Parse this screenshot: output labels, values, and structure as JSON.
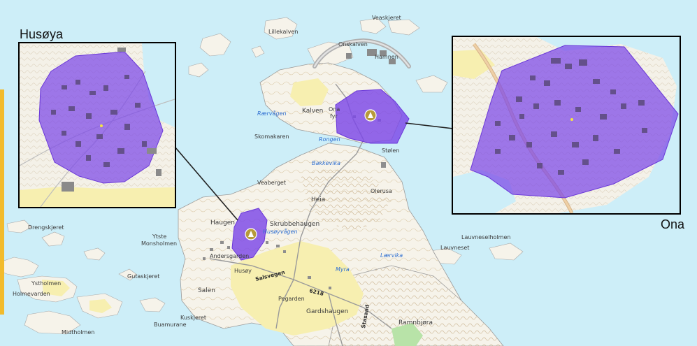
{
  "map": {
    "insets": {
      "husoya": {
        "title": "Husøya"
      },
      "ona": {
        "title": "Ona"
      }
    },
    "places": {
      "lillekalven": "Lillekalven",
      "veaskjeret": "Veaskjeret",
      "onskalven": "Onskalven",
      "hamnen": "Hamnen",
      "kalven": "Kalven",
      "ona": "Ona",
      "fyr": "fyr",
      "raervagen": "Rærvågen",
      "skomakaren": "Skomakaren",
      "rongen": "Rongen",
      "stolen": "Stølen",
      "bakkevika": "Bakkevika",
      "veaberget": "Veaberget",
      "heia": "Heia",
      "olerusa": "Olerusa",
      "haugen": "Haugen",
      "skrubbehaugen": "Skrubbehaugen",
      "husoyvagen": "Husøyvågen",
      "drengskjeret": "Drengskjeret",
      "ytste": "Ytste",
      "monsholmen": "Monsholmen",
      "andersgarden": "Andersgarden",
      "husoy": "Husøy",
      "gutaskjeret": "Gutaskjeret",
      "laervika": "Lærvika",
      "myra": "Myra",
      "lauvneselholmen": "Lauvneselholmen",
      "lauvneset": "Lauvneset",
      "ystholmen": "Ystholmen",
      "holmevarden": "Holmevarden",
      "salen": "Salen",
      "salsvegen": "Salsvegen",
      "pegarden": "Pegarden",
      "gardshaugen": "Gardshaugen",
      "kuskjeret": "Kuskjeret",
      "buamurane": "Buamurane",
      "ramnbjora": "Ramnbjøra",
      "midtholmen": "Midtholmen",
      "stasand": "Stasand",
      "road_fv": "6218"
    },
    "colors": {
      "sea": "#cdeef8",
      "land": "#f6f3ea",
      "farmland": "#f7efb0",
      "contour": "#d9c7a8",
      "polygon": "#7b47e8",
      "accent": "#f2bb2c"
    },
    "icons": {
      "site_marker": "church-icon"
    }
  }
}
